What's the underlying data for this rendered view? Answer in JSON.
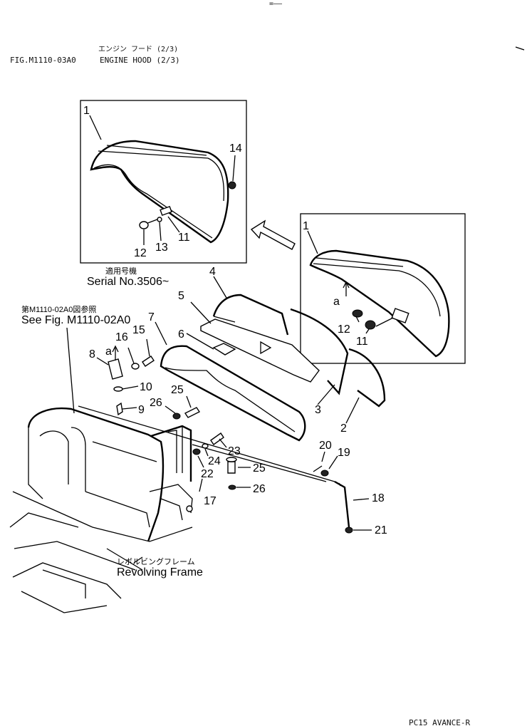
{
  "header": {
    "title_jp": "エンジン フード (2/3)",
    "fig_code": "FIG.M1110-03A0",
    "title_en": "ENGINE HOOD (2/3)",
    "top_mark": "=—–"
  },
  "inset_top": {
    "serial_jp": "適用号機",
    "serial": "Serial No.3506~"
  },
  "reference": {
    "jp": "第M1110-02A0図参照",
    "en": "See Fig. M1110-02A0"
  },
  "frame_label": {
    "jp": "レボルビングフレーム",
    "en": "Revolving Frame"
  },
  "callouts": {
    "a": "a",
    "p1": "1",
    "p2": "2",
    "p3": "3",
    "p4": "4",
    "p5": "5",
    "p6": "6",
    "p7": "7",
    "p8": "8",
    "p9": "9",
    "p10": "10",
    "p11": "11",
    "p12": "12",
    "p13": "13",
    "p14": "14",
    "p15": "15",
    "p16": "16",
    "p17": "17",
    "p18": "18",
    "p19": "19",
    "p20": "20",
    "p21": "21",
    "p22": "22",
    "p23": "23",
    "p24": "24",
    "p25": "25",
    "p26": "26"
  },
  "footer": {
    "code": "PC15 AVANCE-R"
  }
}
